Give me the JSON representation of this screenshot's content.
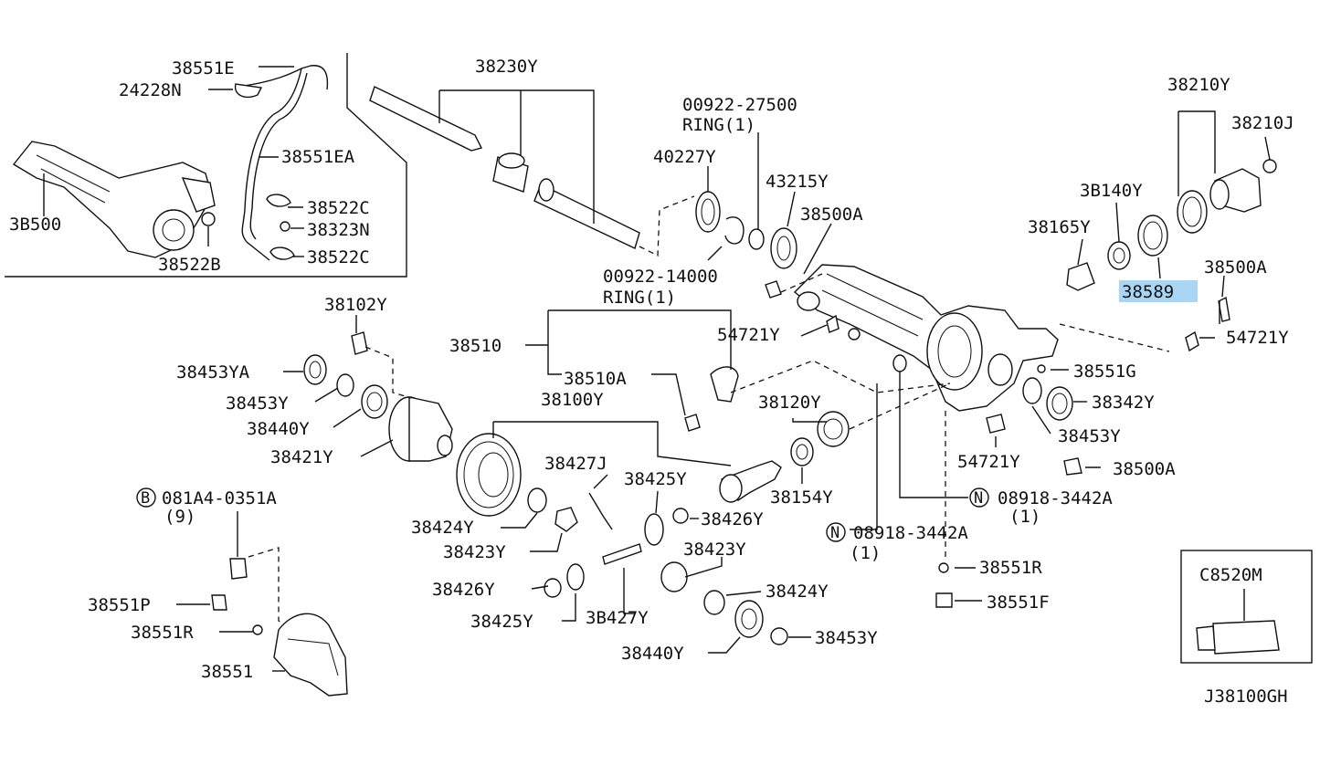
{
  "diagram": {
    "highlight_color": "#a9d6f5",
    "footer_code": "J38100GH",
    "parts": {
      "p38551E": "38551E",
      "p24228N": "24228N",
      "p38551EA": "38551EA",
      "p38522C_a": "38522C",
      "p38323N": "38323N",
      "p38522C_b": "38522C",
      "p38500_main": "3B500",
      "p38522B": "38522B",
      "p38230Y": "38230Y",
      "p00922_27500": "00922-27500",
      "ring1_a": "RING(1)",
      "p40227Y": "40227Y",
      "p43215Y": "43215Y",
      "p38500A_a": "38500A",
      "p00922_14000": "00922-14000",
      "ring1_b": "RING(1)",
      "p38210Y": "38210Y",
      "p38210J": "38210J",
      "p38140Y": "3B140Y",
      "p38165Y": "38165Y",
      "p38589": "38589",
      "p38500A_b": "38500A",
      "p54721Y_a": "54721Y",
      "p54721Y_b": "54721Y",
      "p38551G": "38551G",
      "p38342Y": "38342Y",
      "p38453Y_c": "38453Y",
      "p54721Y_c": "54721Y",
      "p38500A_c": "38500A",
      "p38102Y": "38102Y",
      "p38510": "38510",
      "p38510A": "38510A",
      "p38453YA": "38453YA",
      "p38453Y_a": "38453Y",
      "p38440Y_a": "38440Y",
      "p38421Y": "38421Y",
      "p38100Y": "38100Y",
      "p38120Y": "38120Y",
      "p38154Y": "38154Y",
      "p08918_a": "08918-3442A",
      "qty1_a": "(1)",
      "p08918_b": "08918-3442A",
      "qty1_b": "(1)",
      "p38427J": "38427J",
      "p38425Y_a": "38425Y",
      "p38426Y_a": "38426Y",
      "p38424Y_a": "38424Y",
      "p38423Y_a": "38423Y",
      "p38423Y_b": "38423Y",
      "p38426Y_b": "38426Y",
      "p38425Y_b": "38425Y",
      "p38427Y": "3B427Y",
      "p38424Y_b": "38424Y",
      "p38440Y_b": "38440Y",
      "p38453Y_b": "38453Y",
      "p081A4": "081A4-0351A",
      "qty9": "(9)",
      "p38551P": "38551P",
      "p38551R_a": "38551R",
      "p38551": "38551",
      "p38551R_b": "38551R",
      "p38551F": "38551F",
      "pC8520M": "C8520M",
      "mark_B": "B",
      "mark_N_a": "N",
      "mark_N_b": "N"
    }
  }
}
